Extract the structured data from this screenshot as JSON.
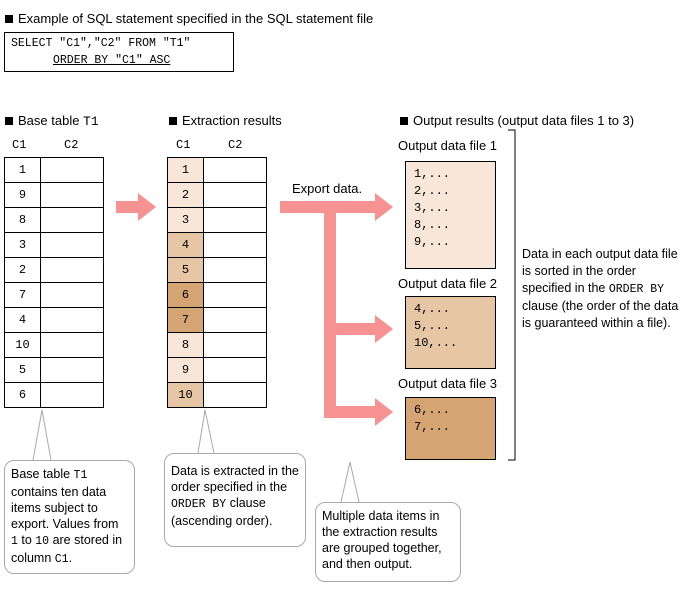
{
  "sql_section": {
    "heading": "Example of SQL statement specified in the SQL statement file",
    "line1": "SELECT \"C1\",\"C2\" FROM \"T1\"",
    "line2": "ORDER BY \"C1\" ASC"
  },
  "base_table": {
    "heading_text": "Base table ",
    "heading_code": "T1",
    "col1": "C1",
    "col2": "C2",
    "rows": [
      "1",
      "9",
      "8",
      "3",
      "2",
      "7",
      "4",
      "10",
      "5",
      "6"
    ]
  },
  "extraction": {
    "heading": "Extraction results",
    "col1": "C1",
    "col2": "C2",
    "rows": [
      "1",
      "2",
      "3",
      "4",
      "5",
      "6",
      "7",
      "8",
      "9",
      "10"
    ],
    "row_colors": [
      "#f8e6d8",
      "#f8e6d8",
      "#f8e6d8",
      "#e7c6a6",
      "#e7c6a6",
      "#d5a473",
      "#d5a473",
      "#f8e6d8",
      "#f8e6d8",
      "#e7c6a6"
    ]
  },
  "output": {
    "heading": "Output results (output data files 1 to 3)",
    "export_label": "Export data.",
    "files": [
      {
        "title": "Output data file 1",
        "lines": [
          "1,...",
          "2,...",
          "3,...",
          "8,...",
          "9,..."
        ],
        "color": "#f8e6d8"
      },
      {
        "title": "Output data file 2",
        "lines": [
          "4,...",
          "5,...",
          "10,..."
        ],
        "color": "#e7c6a6"
      },
      {
        "title": "Output data file 3",
        "lines": [
          "6,...",
          "7,..."
        ],
        "color": "#d5a473"
      }
    ],
    "note_parts": {
      "a": "Data in each output data file is sorted in the order specified in the ",
      "code": "ORDER BY",
      "b": " clause (the order of the data is guaranteed within a file)."
    }
  },
  "callouts": {
    "base": {
      "a": "Base table ",
      "code1": "T1",
      "b": " contains ten data items subject to export. Values from ",
      "code2": "1",
      "c": " to ",
      "code3": "10",
      "d": " are stored in column ",
      "code4": "C1",
      "e": "."
    },
    "extract": {
      "a": "Data is extracted in the order specified in the ",
      "code": "ORDER BY",
      "b": " clause (ascending order)."
    },
    "group": {
      "text": "Multiple data items in the extraction results are grouped together, and then output."
    }
  },
  "colors": {
    "arrow": "#f79292",
    "light": "#f8e6d8",
    "medium": "#e7c6a6",
    "dark": "#d5a473"
  }
}
